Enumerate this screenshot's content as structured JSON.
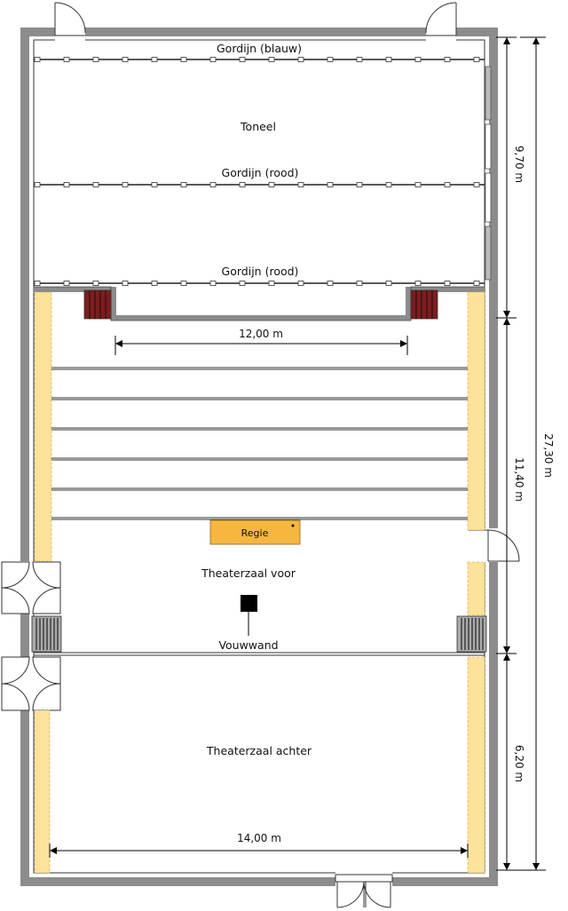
{
  "labels": {
    "curtain_blue": "Gordijn (blauw)",
    "stage": "Toneel",
    "curtain_red_1": "Gordijn (rood)",
    "curtain_red_2": "Gordijn (rood)",
    "control": "Regie",
    "hall_front": "Theaterzaal voor",
    "folding_wall": "Vouwwand",
    "hall_back": "Theaterzaal achter"
  },
  "dimensions": {
    "stage_opening": "12,00 m",
    "hall_width": "14,00 m",
    "stage_depth": "9,70 m",
    "front_depth": "11,40 m",
    "back_depth": "6,20 m",
    "total_depth": "27,30 m"
  },
  "colors": {
    "wall": "#8c8c8c",
    "aisle": "#fde29b",
    "stairs": "#7a1e1e",
    "control_desk": "#f6b640"
  }
}
